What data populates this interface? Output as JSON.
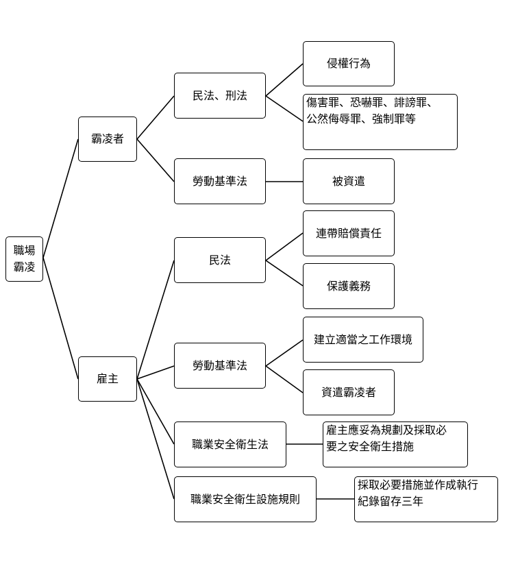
{
  "nodes": {
    "root_line1": "職場",
    "root_line2": "霸凌",
    "bully": "霸凌者",
    "employer": "雇主",
    "civil_criminal": "民法、刑法",
    "labor_std_1": "勞動基準法",
    "civil": "民法",
    "labor_std_2": "勞動基準法",
    "osh_act": "職業安全衛生法",
    "osh_rules": "職業安全衛生設施規則",
    "tort": "侵權行為",
    "crimes_line1": "傷害罪、恐嚇罪、誹謗罪、",
    "crimes_line2": "公然侮辱罪、強制罪等",
    "dismissed": "被資遣",
    "joint_liability": "連帶賠償責任",
    "protect_duty": "保護義務",
    "environment": "建立適當之工作環境",
    "dismiss_bully": "資遣霸凌者",
    "measures_line1": "雇主應妥為規劃及採取必",
    "measures_line2": "要之安全衛生措施",
    "records_line1": "採取必要措施並作成執行",
    "records_line2": "紀錄留存三年"
  }
}
